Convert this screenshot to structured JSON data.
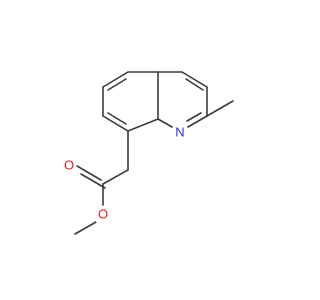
{
  "molecule": {
    "atoms": {
      "nitrogen": {
        "label": "N",
        "color": "#2b2bd6"
      },
      "carbonyl_oxygen": {
        "label": "O",
        "color": "#e11f1f"
      },
      "ester_oxygen": {
        "label": "O",
        "color": "#e11f1f"
      }
    },
    "bond_color": "#3b3b3b"
  }
}
